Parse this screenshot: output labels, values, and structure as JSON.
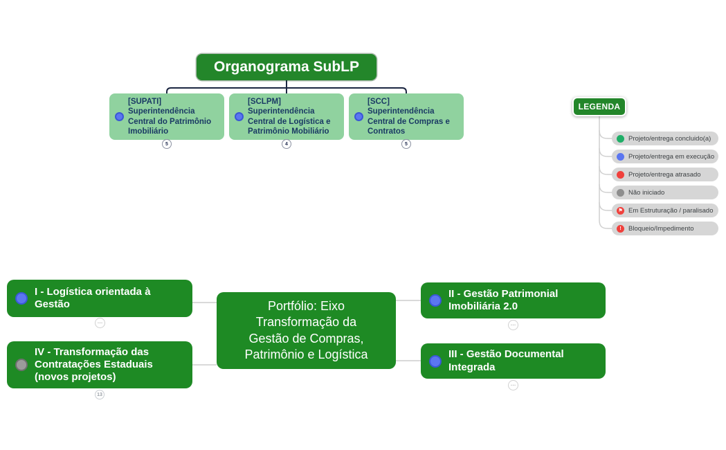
{
  "orgchart": {
    "title": "Organograma SubLP",
    "children": [
      {
        "label": "[SUPATI]\nSuperintendência\nCentral do Patrimônio\nImobiliário",
        "badge": "5",
        "status": "em execução"
      },
      {
        "label": "[SCLPM]\nSuperintendência\nCentral de Logística e\nPatrimônio Mobiliário",
        "badge": "4",
        "status": "em execução"
      },
      {
        "label": "[SCC]\nSuperintendência\nCentral de Compras e\nContratos",
        "badge": "5",
        "status": "em execução"
      }
    ]
  },
  "legend": {
    "title": "LEGENDA",
    "items": [
      {
        "label": "Projeto/entrega concluido(a)",
        "icon": "green-dot",
        "color": "#1fae67",
        "glyph": ""
      },
      {
        "label": "Projeto/entrega em execução",
        "icon": "blue-dot",
        "color": "#5b76f0",
        "glyph": ""
      },
      {
        "label": "Projeto/entrega atrasado",
        "icon": "red-dot",
        "color": "#f0403c",
        "glyph": ""
      },
      {
        "label": "Não iniciado",
        "icon": "gray-dot",
        "color": "#8e8e8e",
        "glyph": ""
      },
      {
        "label": "Em Estruturação / paralisado",
        "icon": "red-flag",
        "color": "#f0403c",
        "glyph": "⚑"
      },
      {
        "label": "Bloqueio/Impedimento",
        "icon": "red-exclamation",
        "color": "#f0403c",
        "glyph": "!"
      }
    ]
  },
  "mindmap": {
    "center": "Portfólio: Eixo\nTransformação da\nGestão de Compras,\nPatrimônio e Logística",
    "nodes": [
      {
        "label": "I - Logística orientada à\nGestão",
        "status": "em execução",
        "badge": "…"
      },
      {
        "label": "II - Gestão Patrimonial\nImobiliária 2.0",
        "status": "em execução",
        "badge": "…"
      },
      {
        "label": "III - Gestão Documental\nIntegrada",
        "status": "em execução",
        "badge": "…"
      },
      {
        "label": "IV -  Transformação das\nContratações Estaduais\n(novos projetos)",
        "status": "não iniciado",
        "badge": "13"
      }
    ]
  },
  "colors": {
    "node_green": "#1e8a24",
    "light_green": "#90d29f",
    "navy_line": "#1c2742",
    "navy_text": "#1a3a64",
    "blue_status": "#5b76f0",
    "gray_status": "#9b9b9b",
    "pill_gray": "#d6d6d6",
    "connector_gray": "#d9d9d9"
  }
}
